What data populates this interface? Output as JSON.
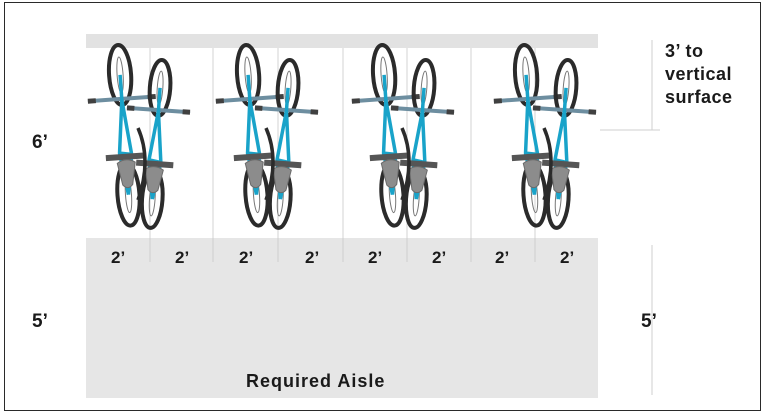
{
  "colors": {
    "wall": "#e2e2e2",
    "aisle": "#e6e6e6",
    "frame": "#2a2a2a",
    "bike_frame": "#19a3c9",
    "tire": "#2b2b2b",
    "saddle": "#8c8c8c",
    "divider": "#c8c8c8",
    "text": "#1a1a1a"
  },
  "icons": {
    "bike": "vertical-hanging-bicycle-icon"
  },
  "labels": {
    "depth": "6’",
    "clearance": "3’ to\nvertical\nsurface",
    "aisle_left": "5’",
    "aisle_right": "5’",
    "aisle": "Required Aisle"
  },
  "spacing": [
    "2’",
    "2’",
    "2’",
    "2’",
    "2’",
    "2’",
    "2’",
    "2’"
  ],
  "bikes": [
    {
      "group": 1,
      "position": "left",
      "height": "high",
      "lock": true
    },
    {
      "group": 1,
      "position": "right",
      "height": "low",
      "lock": false
    },
    {
      "group": 2,
      "position": "left",
      "height": "high",
      "lock": true
    },
    {
      "group": 2,
      "position": "right",
      "height": "low",
      "lock": false
    },
    {
      "group": 3,
      "position": "left",
      "height": "high",
      "lock": true
    },
    {
      "group": 3,
      "position": "right",
      "height": "low",
      "lock": false
    },
    {
      "group": 4,
      "position": "left",
      "height": "high",
      "lock": true
    },
    {
      "group": 4,
      "position": "right",
      "height": "low",
      "lock": false
    }
  ]
}
